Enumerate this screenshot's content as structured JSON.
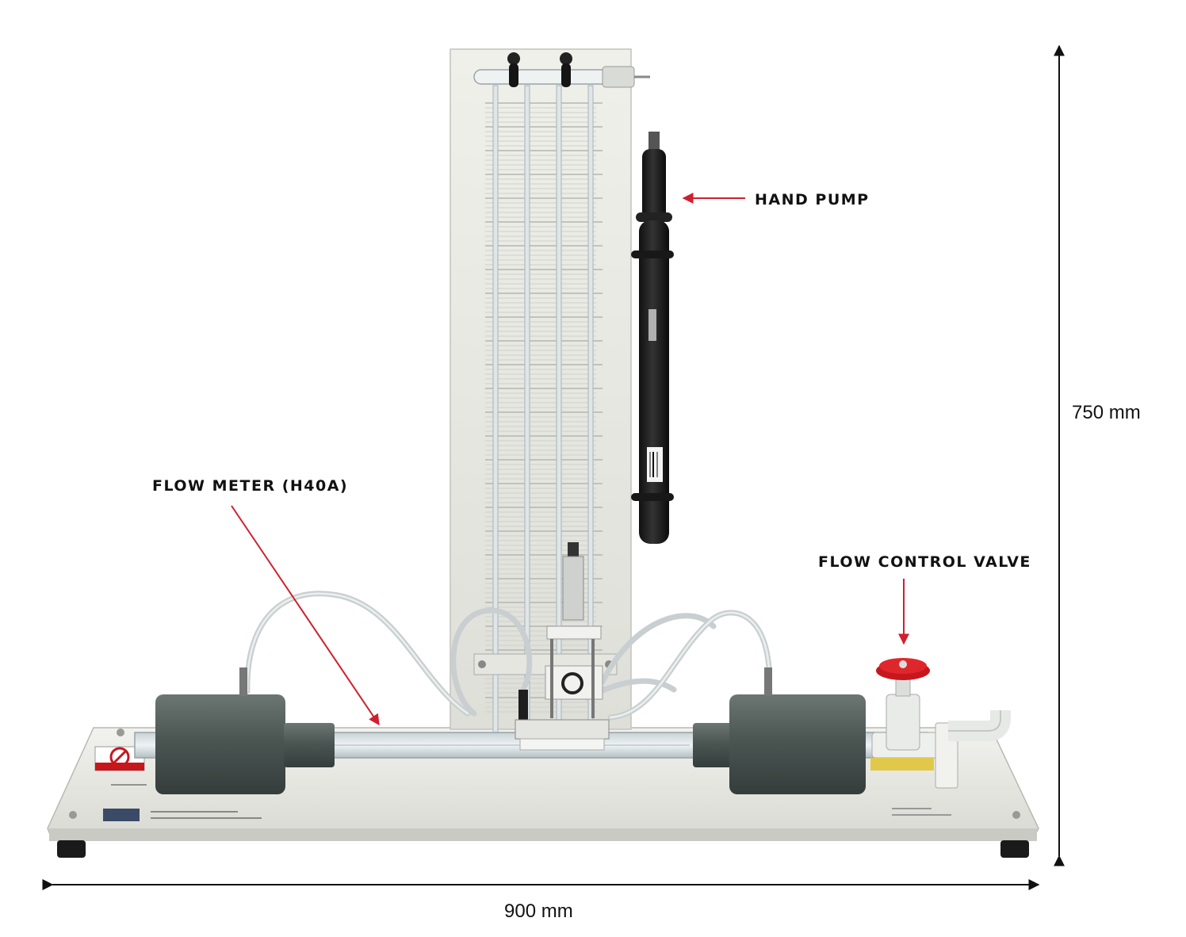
{
  "callouts": {
    "hand_pump": "HAND PUMP",
    "flow_meter": "FLOW METER (H40A)",
    "flow_control_valve": "FLOW CONTROL VALVE"
  },
  "dimensions": {
    "height": "750 mm",
    "width": "900 mm"
  },
  "colors": {
    "arrow_red": "#d0202e",
    "dimension_line": "#111111",
    "board": "#ebebe4",
    "pvc_gray": "#4a5552",
    "valve_red": "#c8161d"
  }
}
